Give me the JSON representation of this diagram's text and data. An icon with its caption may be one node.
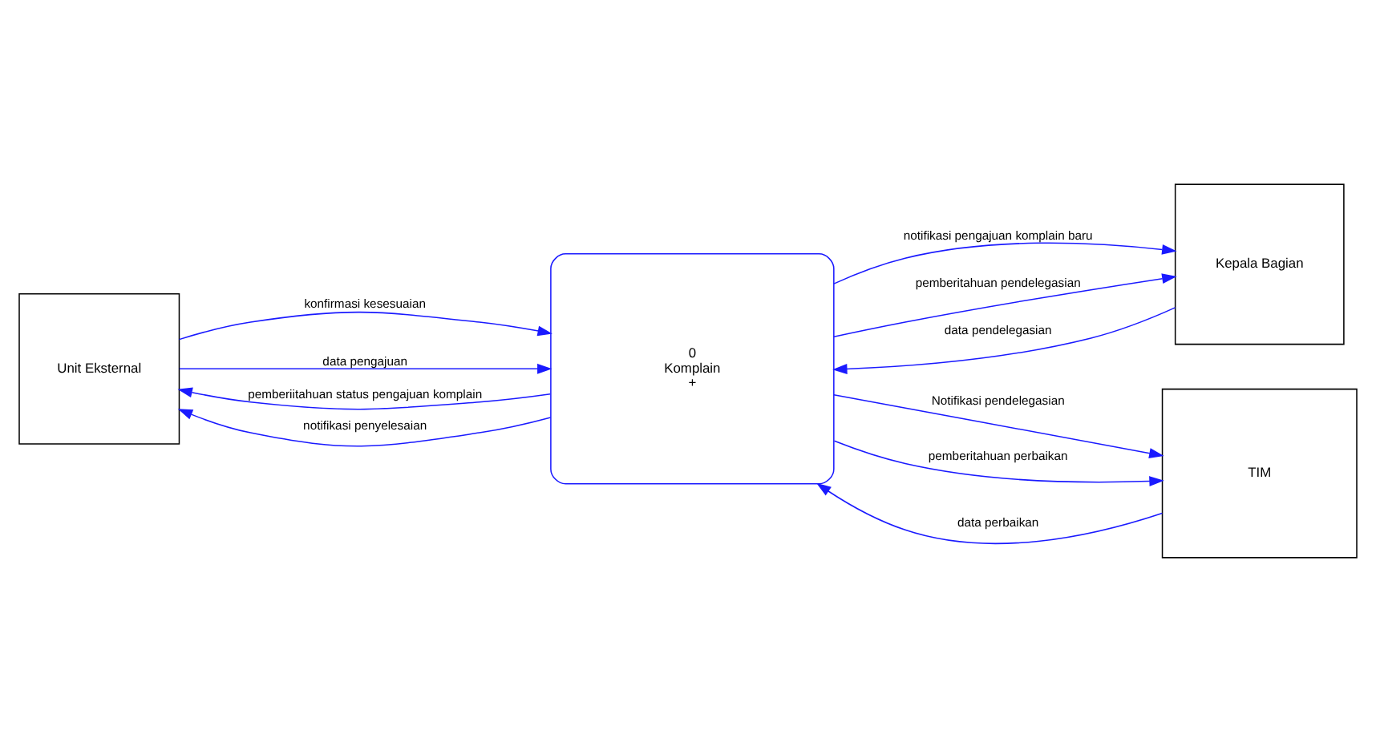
{
  "diagram": {
    "nodes": [
      {
        "text": [
          "Unit Eksternal"
        ]
      },
      {
        "text": [
          "0",
          "Komplain",
          "+"
        ]
      },
      {
        "text": [
          "Kepala Bagian"
        ]
      },
      {
        "text": [
          "TIM"
        ]
      }
    ],
    "edges": [
      {
        "from": 0,
        "to": 1,
        "arrow": "to",
        "label": "konfirmasi kesesuaian"
      },
      {
        "from": 1,
        "to": 0,
        "arrow": "to",
        "label": "pemberiitahuan status pengajuan komplain"
      },
      {
        "from": 0,
        "to": 1,
        "arrow": "to",
        "label": "data pengajuan"
      },
      {
        "from": 1,
        "to": 0,
        "arrow": "to",
        "label": "notifikasi penyelesaian"
      },
      {
        "from": 1,
        "to": 2,
        "arrow": "to",
        "label": "notifikasi pengajuan komplain baru"
      },
      {
        "from": 1,
        "to": 2,
        "arrow": "to",
        "label": "pemberitahuan pendelegasian"
      },
      {
        "from": 2,
        "to": 1,
        "arrow": "to",
        "label": "data pendelegasian"
      },
      {
        "from": 3,
        "to": 1,
        "arrow": "to",
        "label": "data perbaikan"
      },
      {
        "from": 1,
        "to": 3,
        "arrow": "to",
        "label": "Notifikasi pendelegasian"
      },
      {
        "from": 1,
        "to": 3,
        "arrow": "to",
        "label": "pemberitahuan perbaikan"
      }
    ]
  }
}
